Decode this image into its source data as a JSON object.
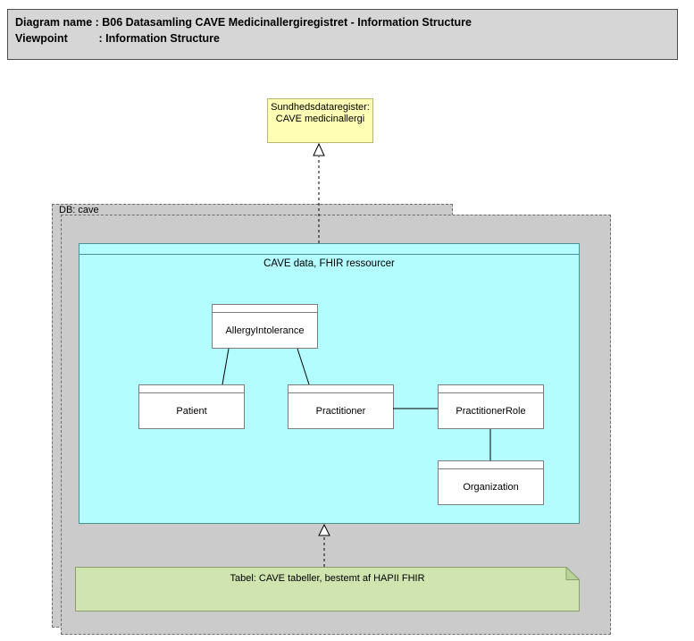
{
  "header": {
    "diagram_name": "Diagram name : B06 Datasamling CAVE Medicinallergiregistret - Information Structure",
    "viewpoint": "Viewpoint          : Information Structure"
  },
  "nodes": {
    "registry": {
      "label": "Sundhedsdataregister: CAVE medicinallergi"
    },
    "db_group": {
      "label": "DB: cave"
    },
    "cave_data": {
      "label": "CAVE data, FHIR ressourcer"
    },
    "entities": [
      {
        "label": "AllergyIntolerance"
      },
      {
        "label": "Patient"
      },
      {
        "label": "Practitioner"
      },
      {
        "label": "PractitionerRole"
      },
      {
        "label": "Organization"
      }
    ],
    "note": {
      "label": "Tabel: CAVE tabeller, bestemt af HAPII FHIR"
    }
  },
  "colors": {
    "header_fill": "#d6d6d6",
    "registry_fill": "#fffeb4",
    "group_fill": "#cbcbcb",
    "cave_data_fill": "#b3fcff",
    "entity_fill": "#ffffff",
    "note_fill": "#cfe4af",
    "connector": "#000000"
  }
}
